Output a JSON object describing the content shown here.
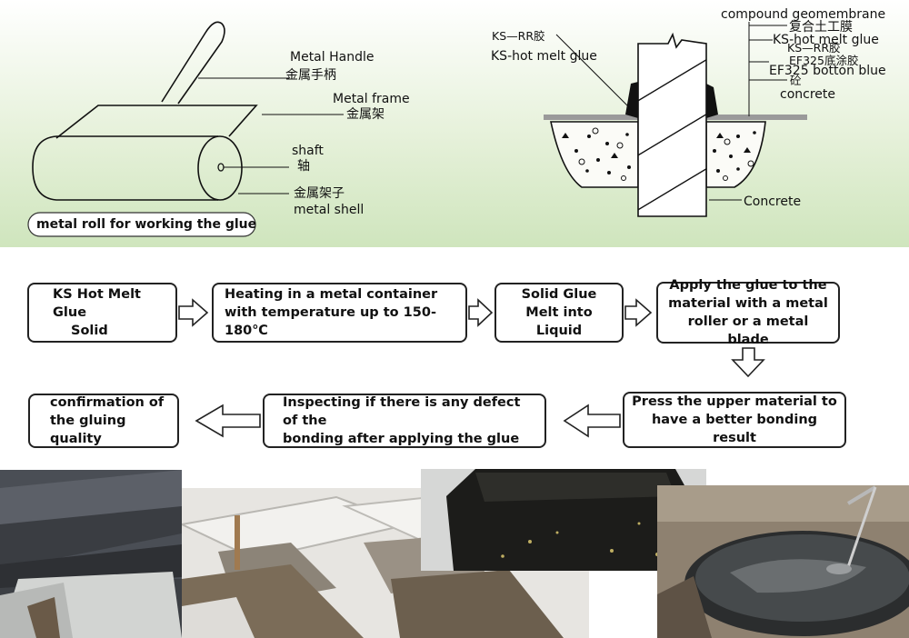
{
  "left_diagram": {
    "metal_handle_en": "Metal Handle",
    "metal_handle_cn": "金属手柄",
    "metal_frame_en": "Metal frame",
    "metal_frame_cn": "金属架",
    "shaft_en": "shaft",
    "shaft_cn": "轴",
    "metal_shell_cn": "金属架子",
    "metal_shell_en": "metal shell",
    "caption": "metal roll for working the glue"
  },
  "right_diagram": {
    "ks_rr_glue_cn": "KS—RR胶",
    "ks_hot_melt_glue_left": "KS-hot melt glue",
    "compound_geomembrane_en": "compound geomembrane",
    "compound_geomembrane_cn": "复合土工膜",
    "ks_hot_melt_glue_right": "KS-hot melt glue",
    "ks_rr_glue_cn_right": "KS—RR胶",
    "ef325_cn": "EF325底涂胶",
    "ef325_en": "EF325 botton blue",
    "concrete_cn": "砼",
    "concrete_en_top": "concrete",
    "concrete_bottom": "Concrete"
  },
  "flow": {
    "step1_line1": "KS Hot Melt Glue",
    "step1_line2": "Solid",
    "step2_line1": "Heating in a metal container",
    "step2_line2": "with temperature up to 150-180℃",
    "step3_line1": "Solid Glue",
    "step3_line2": "Melt into Liquid",
    "step4_line1": "Apply the glue to the",
    "step4_line2": "material with a metal",
    "step4_line3": "roller or a metal blade",
    "step5_line1": "Press the upper material to",
    "step5_line2": "have a better bonding result",
    "step6_line1": "Inspecting if there is any defect of the",
    "step6_line2": "bonding after applying the glue",
    "step7_line1": "confirmation of",
    "step7_line2": "the gluing quality"
  }
}
